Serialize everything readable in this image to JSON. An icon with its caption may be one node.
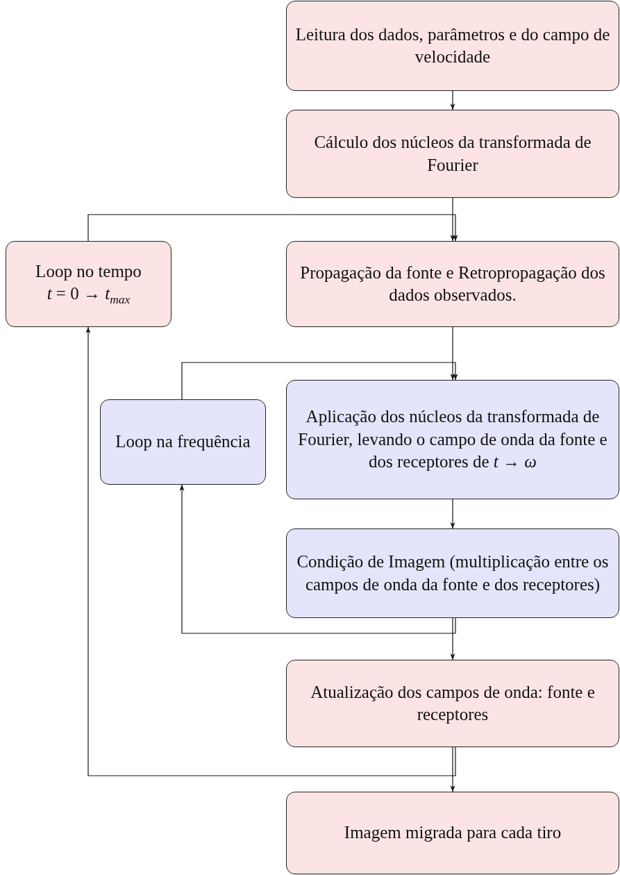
{
  "diagram": {
    "nodes": [
      {
        "text": [
          "Leitura dos dados, parâmetros e do campo de velocidade"
        ]
      },
      {
        "text": [
          "Cálculo dos núcleos da transformada de Fourier"
        ]
      },
      {
        "text": [
          "Loop no tempo",
          "*t* = 0 → *t*$_{max}$"
        ]
      },
      {
        "text": [
          "Propagação da fonte e Retropropagação dos dados observados."
        ]
      },
      {
        "text": [
          "Loop na frequência"
        ]
      },
      {
        "text": [
          "Aplicação dos núcleos da transformada de Fourier, levando o campo de onda da fonte e dos receptores de *t* → *ω*"
        ]
      },
      {
        "text": [
          "Condição de Imagem (multiplicação entre os campos de onda da fonte e dos receptores)"
        ]
      },
      {
        "text": [
          "Atualização dos campos de onda: fonte e receptores"
        ]
      },
      {
        "text": [
          "Imagem migrada para cada tiro"
        ]
      }
    ],
    "edges": [
      {
        "from": 0,
        "to": 1,
        "arrow": "to"
      },
      {
        "from": 1,
        "to": 3,
        "arrow": "to"
      },
      {
        "from": 2,
        "to": 3,
        "arrow": "to"
      },
      {
        "from": 3,
        "to": 5,
        "arrow": "to"
      },
      {
        "from": 4,
        "to": 5,
        "arrow": "to"
      },
      {
        "from": 5,
        "to": 6,
        "arrow": "to"
      },
      {
        "from": 6,
        "to": 7,
        "arrow": "to"
      },
      {
        "from": 6,
        "to": 4,
        "arrow": "to"
      },
      {
        "from": 7,
        "to": 8,
        "arrow": "to"
      },
      {
        "from": 7,
        "to": 2,
        "arrow": "to"
      }
    ]
  }
}
